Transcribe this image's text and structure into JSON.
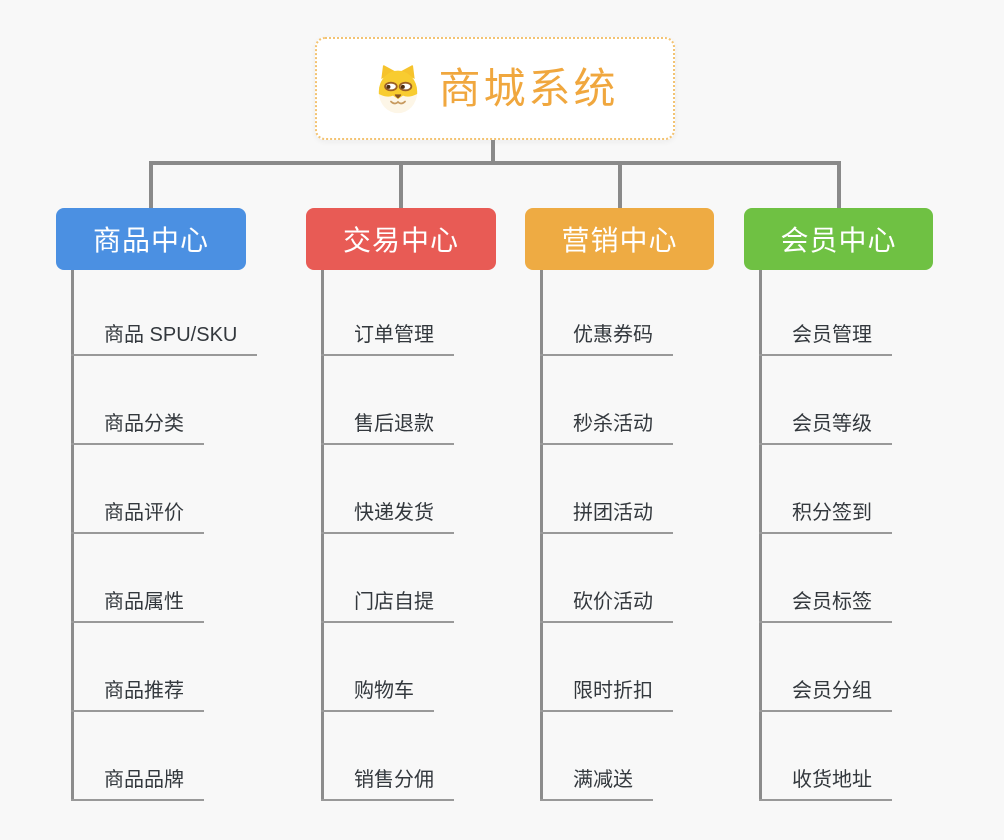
{
  "root": {
    "title": "商城系统",
    "icon": "dog-face-icon"
  },
  "colors": {
    "background": "#f8f8f8",
    "root_border": "#f3c372",
    "root_title": "#f0a73e",
    "connector": "#8a8a8a",
    "underline": "#999999",
    "child_text": "#33383d",
    "branch_product": "#4b90e2",
    "branch_trade": "#e85b55",
    "branch_marketing": "#eeab43",
    "branch_member": "#6fc143"
  },
  "branches": [
    {
      "id": "product-center",
      "label": "商品中心",
      "color": "#4b90e2",
      "children": [
        "商品 SPU/SKU",
        "商品分类",
        "商品评价",
        "商品属性",
        "商品推荐",
        "商品品牌"
      ]
    },
    {
      "id": "trade-center",
      "label": "交易中心",
      "color": "#e85b55",
      "children": [
        "订单管理",
        "售后退款",
        "快递发货",
        "门店自提",
        "购物车",
        "销售分佣"
      ]
    },
    {
      "id": "marketing-center",
      "label": "营销中心",
      "color": "#eeab43",
      "children": [
        "优惠券码",
        "秒杀活动",
        "拼团活动",
        "砍价活动",
        "限时折扣",
        "满减送"
      ]
    },
    {
      "id": "member-center",
      "label": "会员中心",
      "color": "#6fc143",
      "children": [
        "会员管理",
        "会员等级",
        "积分签到",
        "会员标签",
        "会员分组",
        "收货地址"
      ]
    }
  ]
}
